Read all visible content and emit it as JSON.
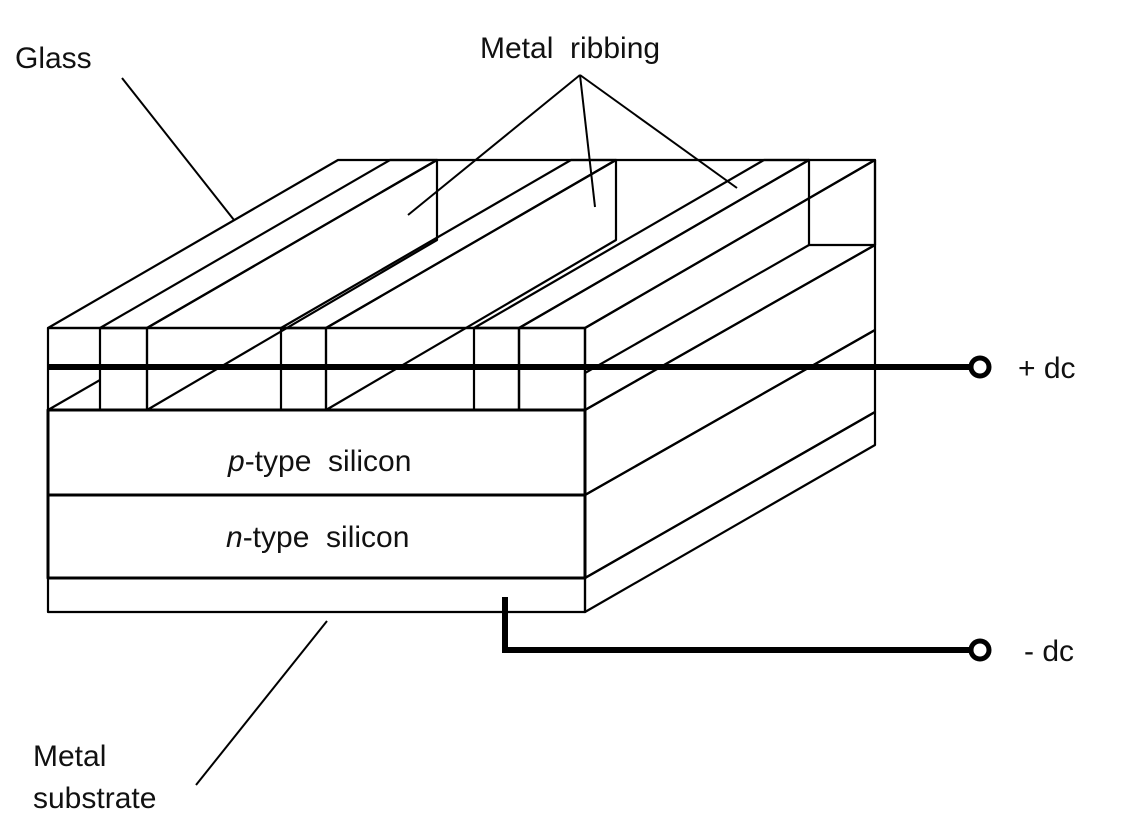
{
  "labels": {
    "glass": "Glass",
    "metal_ribbing": "Metal  ribbing",
    "p_italic": "p",
    "p_rest": "-type  silicon",
    "n_italic": "n",
    "n_rest": "-type  silicon",
    "plus_dc": "+ dc",
    "minus_dc": "- dc",
    "metal_substrate_line1": "Metal",
    "metal_substrate_line2": "substrate"
  },
  "colors": {
    "light_fill": "#e6e6e6",
    "metal_fill": "#b3b3b3",
    "white": "#ffffff",
    "line": "#000000"
  }
}
